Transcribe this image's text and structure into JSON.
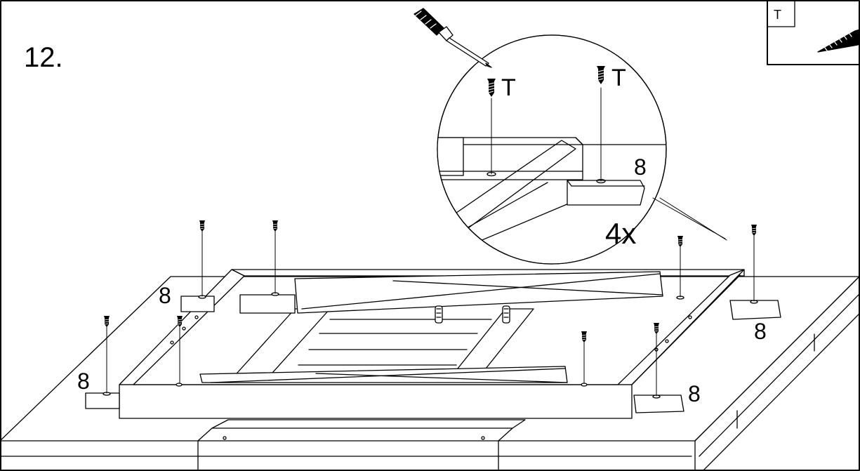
{
  "step_number": "12.",
  "legend": {
    "part_letter": "T",
    "icon": "screw-icon"
  },
  "detail": {
    "screw_label_left": "T",
    "screw_label_right": "T",
    "block_label": "8",
    "multiplier": "4x",
    "tool_icon": "screwdriver-icon"
  },
  "main": {
    "block_label_left_top": "8",
    "block_label_left_bottom": "8",
    "block_label_right_top": "8",
    "block_label_right_bottom": "8"
  },
  "colors": {
    "line": "#000000",
    "background": "#ffffff"
  }
}
